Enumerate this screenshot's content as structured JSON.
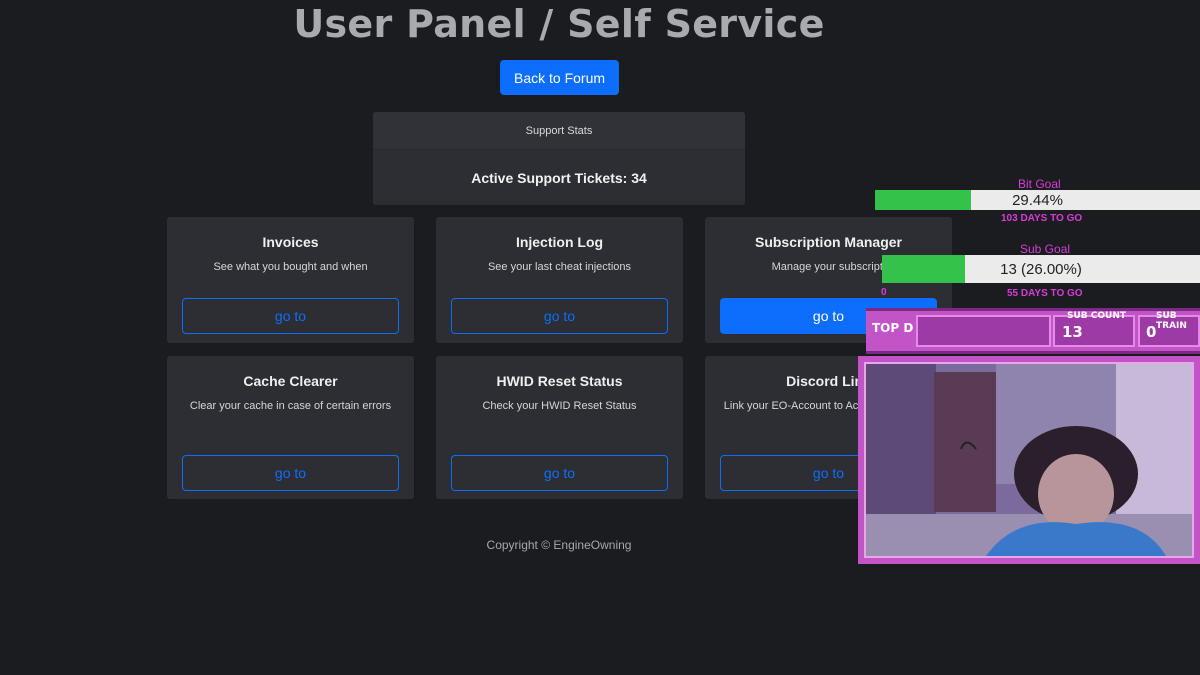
{
  "page": {
    "title": "User Panel / Self Service",
    "back_button": "Back to Forum",
    "copyright": "Copyright © EngineOwning"
  },
  "support_stats": {
    "header": "Support Stats",
    "active_tickets": "Active Support Tickets: 34"
  },
  "cards": [
    {
      "title": "Invoices",
      "desc": "See what you bought and when",
      "button": "go to"
    },
    {
      "title": "Injection Log",
      "desc": "See your last cheat injections",
      "button": "go to"
    },
    {
      "title": "Subscription Manager",
      "desc": "Manage your subscripti",
      "button": "go to"
    },
    {
      "title": "Cache Clearer",
      "desc": "Clear your cache in case of certain errors",
      "button": "go to"
    },
    {
      "title": "HWID Reset Status",
      "desc": "Check your HWID Reset Status",
      "button": "go to"
    },
    {
      "title": "Discord Link",
      "desc": "Link your EO-Account to Account",
      "button": "go to"
    }
  ],
  "overlay": {
    "bit_goal": {
      "label": "Bit Goal",
      "value": "29.44%",
      "progress": 0.2944,
      "days": "103 DAYS TO GO"
    },
    "sub_goal": {
      "label": "Sub Goal",
      "value": "13 (26.00%)",
      "progress": 0.26,
      "days": "55 DAYS TO GO",
      "left_value": "0"
    },
    "strip": {
      "top_label": "TOP D",
      "sub_count_label": "SUB COUNT",
      "sub_count": "13",
      "sub_train_label": "SUB TRAIN",
      "sub_train": "0"
    }
  },
  "colors": {
    "accent": "#0d6efd",
    "background": "#1b1c20",
    "card": "#2c2e33",
    "goal_fill": "#35c24a",
    "overlay_pink": "#c354c7"
  }
}
